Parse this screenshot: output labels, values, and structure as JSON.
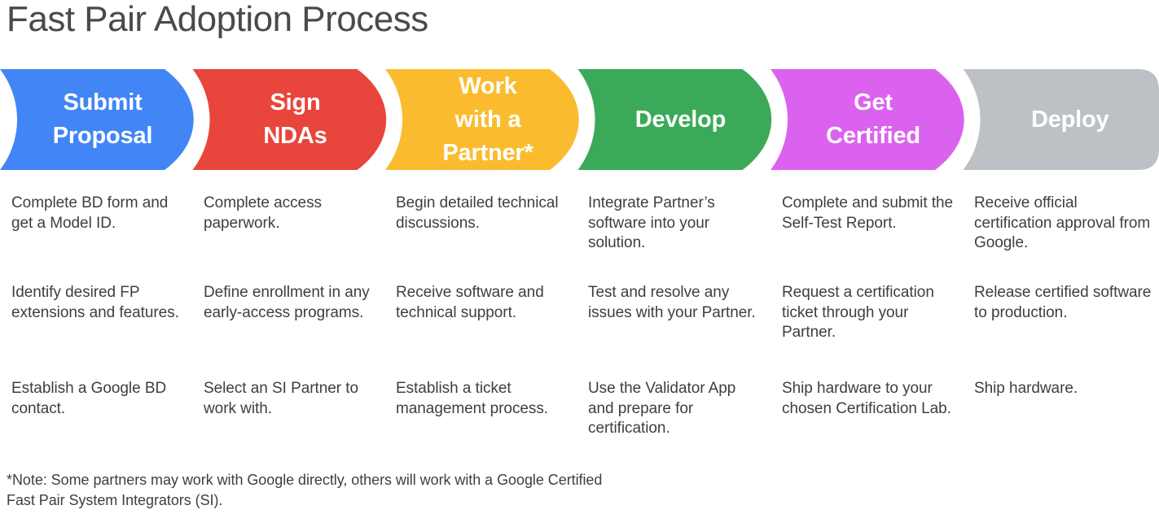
{
  "page": {
    "title": "Fast Pair Adoption Process",
    "background": "#ffffff",
    "text_color": "#3c4043",
    "title_color": "#4a4a4a"
  },
  "stages": [
    {
      "id": "submit-proposal",
      "label_lines": [
        "Submit",
        "Proposal"
      ],
      "color": "#4285F4",
      "items": [
        "Complete BD form and get a Model ID.",
        "Identify desired FP extensions and features.",
        "Establish a Google BD contact."
      ]
    },
    {
      "id": "sign-ndas",
      "label_lines": [
        "Sign",
        "NDAs"
      ],
      "color": "#E8453C",
      "items": [
        "Complete access paperwork.",
        "Define enrollment in any early-access programs.",
        "Select an SI Partner to work with."
      ]
    },
    {
      "id": "work-with-a-partner",
      "label_lines": [
        "Work",
        "with a",
        "Partner*"
      ],
      "color": "#FABC2E",
      "items": [
        "Begin detailed technical discussions.",
        "Receive software and technical support.",
        "Establish a ticket management process."
      ]
    },
    {
      "id": "develop",
      "label_lines": [
        "Develop"
      ],
      "color": "#3BAA58",
      "items": [
        "Integrate Partner’s software into your solution.",
        "Test and resolve any issues with your Partner.",
        "Use the Validator App and prepare for certification."
      ]
    },
    {
      "id": "get-certified",
      "label_lines": [
        "Get",
        "Certified"
      ],
      "color": "#DB62EE",
      "items": [
        "Complete and submit the Self-Test Report.",
        "Request a certification ticket through your Partner.",
        "Ship hardware to your chosen Certification Lab."
      ]
    },
    {
      "id": "deploy",
      "label_lines": [
        "Deploy"
      ],
      "color": "#BDC1C6",
      "items": [
        "Receive official certification approval from Google.",
        "Release certified software to production.",
        "Ship hardware."
      ]
    }
  ],
  "footnote": "*Note: Some partners may work with Google directly, others will work with a Google Certified Fast Pair System Integrators (SI)."
}
